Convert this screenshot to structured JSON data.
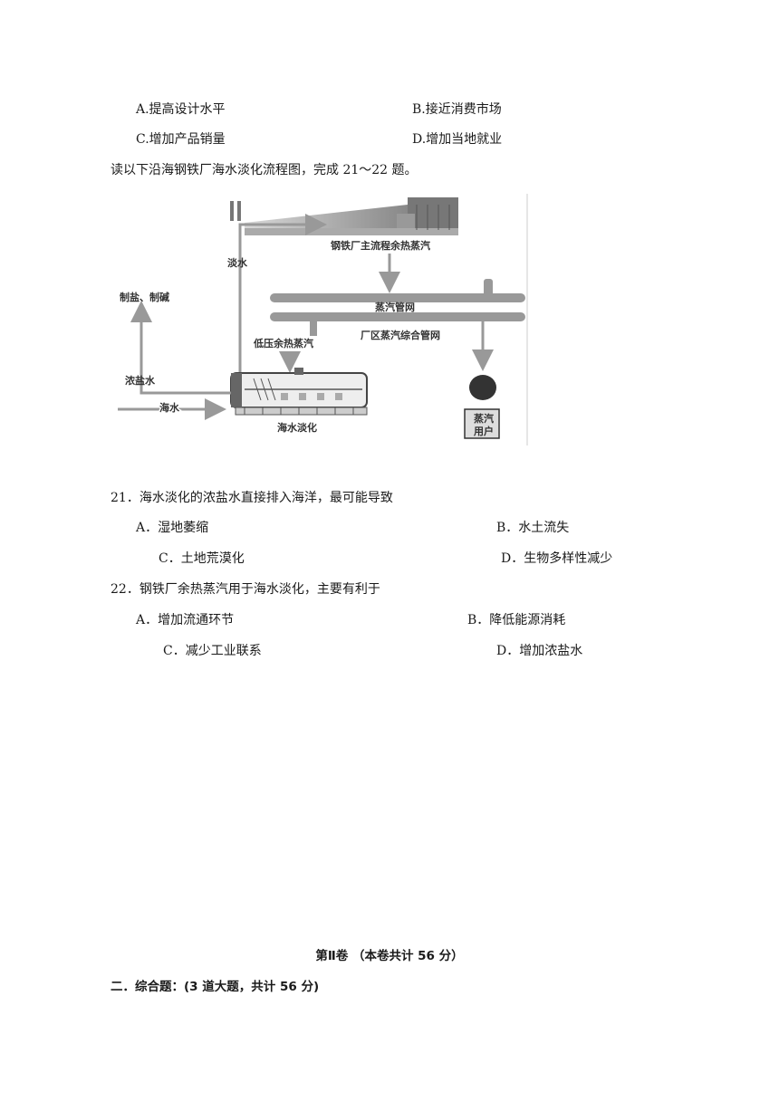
{
  "prev_options": {
    "a": "A.提高设计水平",
    "b": "B.接近消费市场",
    "c": "C.增加产品销量",
    "d": "D.增加当地就业"
  },
  "intro": "读以下沿海钢铁厂海水淡化流程图，完成 21～22 题。",
  "diagram": {
    "steel_plant": "钢铁厂主流程余热蒸汽",
    "fresh_water": "淡水",
    "salt_alkali": "制盐、制碱",
    "steam_network": "蒸汽管网",
    "plant_network": "厂区蒸汽综合管网",
    "low_pressure": "低压余热蒸汽",
    "brine": "浓盐水",
    "seawater": "海水",
    "desalination": "海水淡化",
    "steam_user_1": "蒸汽",
    "steam_user_2": "用户"
  },
  "q21": {
    "stem": "21．海水淡化的浓盐水直接排入海洋，最可能导致",
    "a": "A．湿地萎缩",
    "b": "B．水土流失",
    "c": "C．土地荒漠化",
    "d": "D．生物多样性减少"
  },
  "q22": {
    "stem": "22．钢铁厂余热蒸汽用于海水淡化，主要有利于",
    "a": "A．增加流通环节",
    "b": "B．降低能源消耗",
    "c": "C．减少工业联系",
    "d": "D．增加浓盐水"
  },
  "section2": {
    "title": "第Ⅱ卷 （本卷共计 56 分）",
    "heading": "二．综合题：(3 道大题，共计 56 分)"
  }
}
